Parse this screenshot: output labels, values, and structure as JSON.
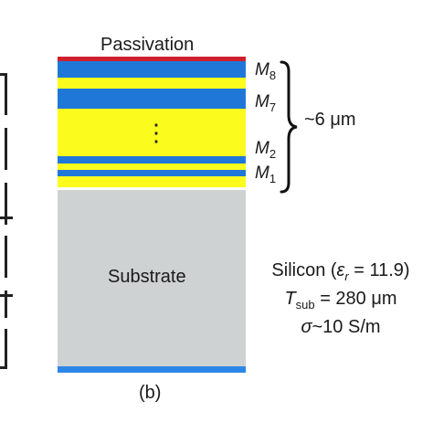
{
  "labels": {
    "passivation": "Passivation",
    "substrate": "Substrate",
    "caption": "(b)",
    "thickness": "~6 μm",
    "metal_layers": [
      {
        "letter": "M",
        "sub": "8"
      },
      {
        "letter": "M",
        "sub": "7"
      },
      {
        "letter": "M",
        "sub": "2"
      },
      {
        "letter": "M",
        "sub": "1"
      }
    ],
    "ellipsis": "⋮"
  },
  "substrate_info": {
    "line1_prefix": "Silicon (",
    "line1_symbol": "ε",
    "line1_symbol_sub": "r",
    "line1_suffix": " = 11.9)",
    "line2_symbol": "T",
    "line2_sub": "sub",
    "line2_suffix": " = 280 μm",
    "line3_symbol": "σ",
    "line3_suffix": "~10 S/m"
  },
  "colors": {
    "passivation": "#d0202e",
    "metal": "#1f78d8",
    "dielectric": "#fbfb1e",
    "substrate": "#cfd2d3",
    "ground": "#2c86e8"
  }
}
